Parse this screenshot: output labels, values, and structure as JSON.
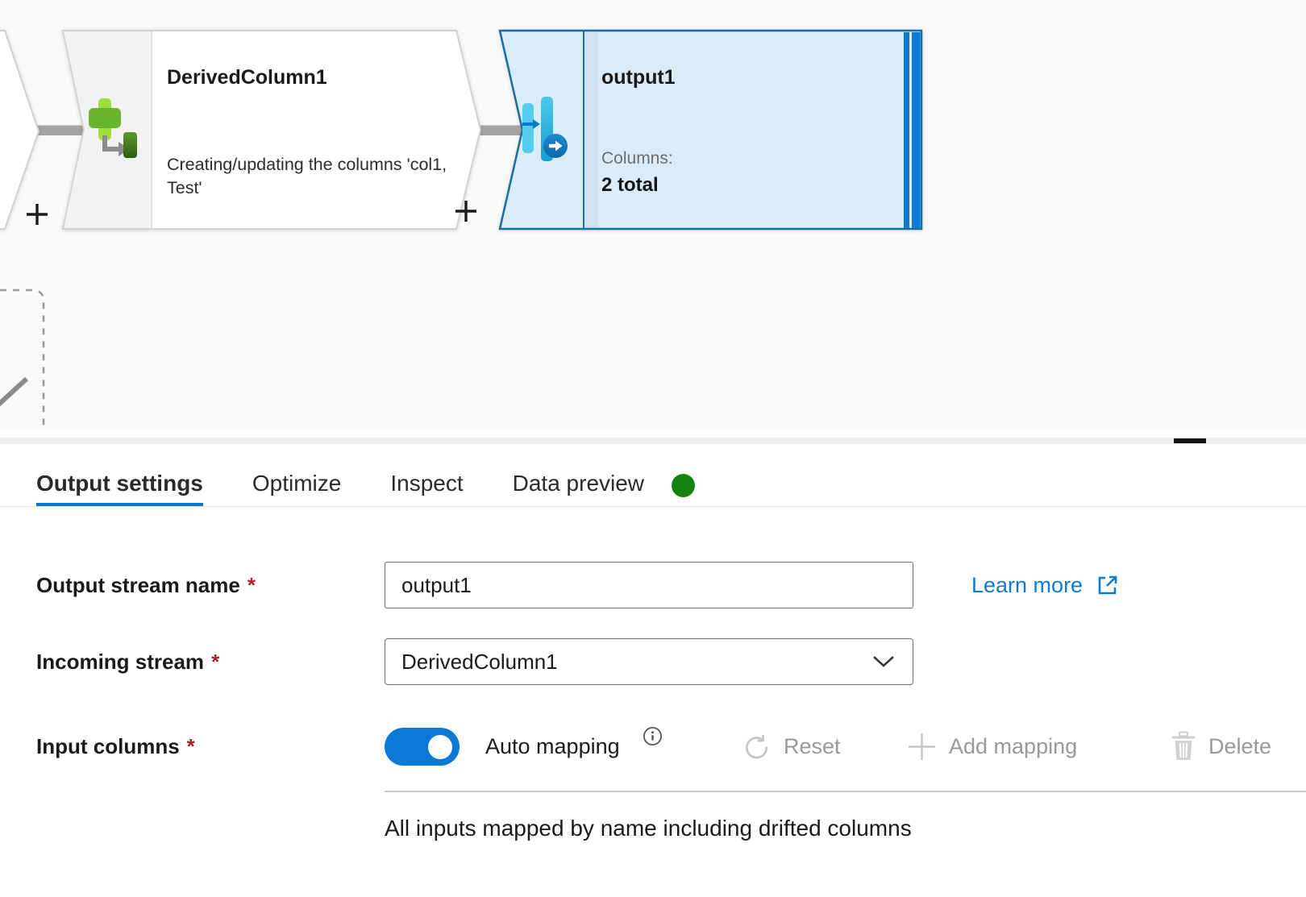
{
  "canvas": {
    "nodes": {
      "derived_column": {
        "title": "DerivedColumn1",
        "description": "Creating/updating the columns 'col1, Test'"
      },
      "output": {
        "title": "output1",
        "columns_label": "Columns:",
        "columns_value": "2 total"
      }
    }
  },
  "panel": {
    "tabs": [
      {
        "label": "Output settings",
        "active": true
      },
      {
        "label": "Optimize",
        "active": false
      },
      {
        "label": "Inspect",
        "active": false
      },
      {
        "label": "Data preview",
        "active": false,
        "has_status_dot": true
      }
    ],
    "form": {
      "required_marker": "*",
      "output_stream_name": {
        "label": "Output stream name",
        "value": "output1"
      },
      "learn_more_label": "Learn more",
      "incoming_stream": {
        "label": "Incoming stream",
        "value": "DerivedColumn1"
      },
      "input_columns": {
        "label": "Input columns",
        "auto_mapping_label": "Auto mapping",
        "auto_mapping_enabled": true,
        "reset_label": "Reset",
        "add_mapping_label": "Add mapping",
        "delete_label": "Delete",
        "status_text": "All inputs mapped by name including drifted columns"
      }
    }
  },
  "colors": {
    "accent_blue": "#0078d4",
    "status_green": "#15830f",
    "required_red": "#a4262c",
    "selected_node_border": "#1a6d9e",
    "selected_node_fill": "#daecfa",
    "sink_edge_bars": "#0c7bd8"
  }
}
